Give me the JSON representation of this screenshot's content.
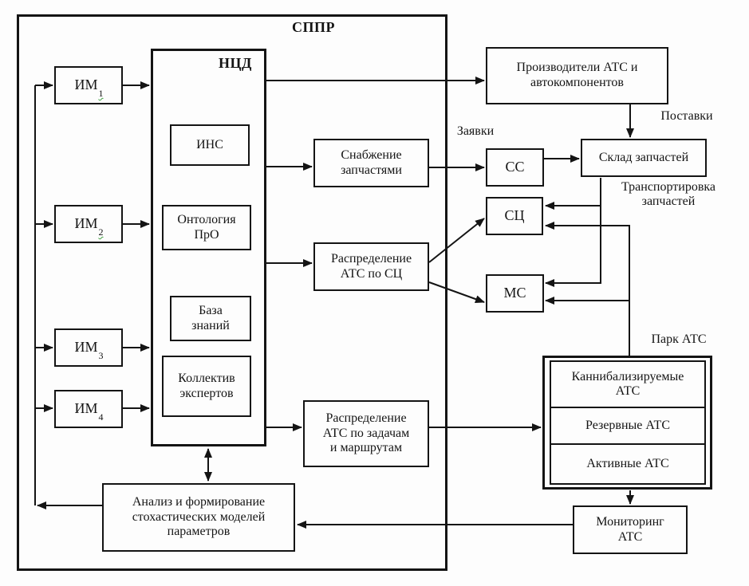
{
  "diagram": {
    "system_title": "СППР",
    "ncd": {
      "title": "НЦД",
      "ins": "ИНС",
      "ontology": "Онтология\nПрО",
      "knowledge_base": "База\nзнаний",
      "experts": "Коллектив\nэкспертов"
    },
    "input_modules": [
      {
        "base": "ИМ",
        "sub": "1"
      },
      {
        "base": "ИМ",
        "sub": "2"
      },
      {
        "base": "ИМ",
        "sub": "3"
      },
      {
        "base": "ИМ",
        "sub": "4"
      }
    ],
    "blocks": {
      "supply": "Снабжение\nзапчастями",
      "distribution_sc": "Распределение\nАТС по СЦ",
      "distribution_tasks": "Распределение\nАТС по задачам\nи маршрутам",
      "analysis": "Анализ и формирование\nстохастических моделей\nпараметров",
      "manufacturers": "Производители АТС и\nавтокомпонентов",
      "warehouse": "Склад запчастей",
      "ss": "СС",
      "sc": "СЦ",
      "ms": "МС",
      "monitoring": "Мониторинг\nАТС"
    },
    "fleet": {
      "label": "Парк АТС",
      "rows": [
        "Каннибализируемые\nАТС",
        "Резервные АТС",
        "Активные АТС"
      ]
    },
    "edge_labels": {
      "requests": "Заявки",
      "deliveries": "Поставки",
      "transport": "Транспортировка\nзапчастей"
    },
    "colors": {
      "line": "#141414",
      "background": "#fdfdfd"
    }
  }
}
